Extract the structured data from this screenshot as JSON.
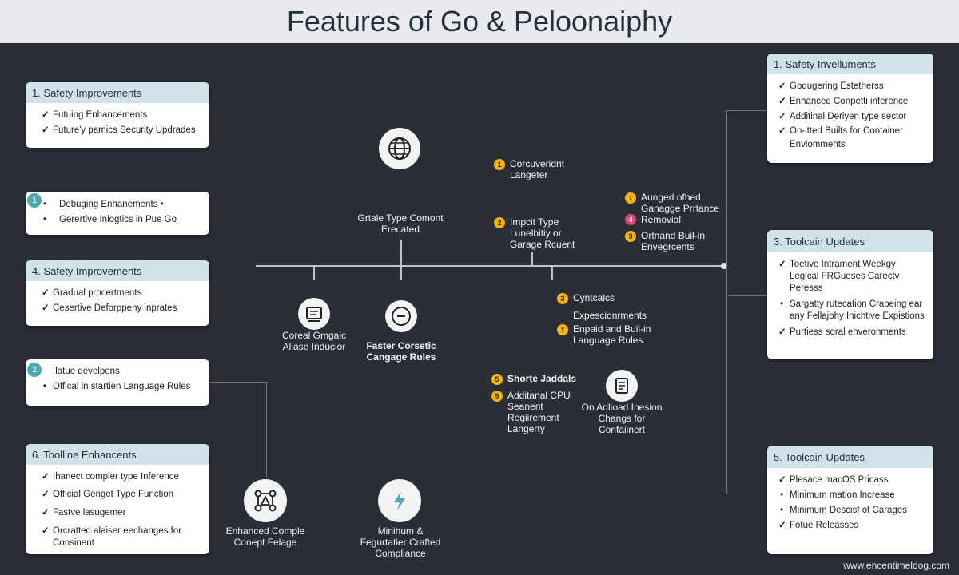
{
  "title": "Features of Go & Peloonaiphy",
  "footer": "www.encentimeldog.com",
  "left_cards": [
    {
      "header": "1.  Safety Improvements",
      "items": [
        "Futuing Enhancements",
        "Future'y pamics Security Updrades"
      ]
    },
    {
      "badge": "1",
      "items": [
        "Debuging Enhanements •",
        "Gerertive Inlogtics in Pue Go"
      ]
    },
    {
      "header": "4.  Safety Improvements",
      "items": [
        "Gradual procertments",
        "Cesertive Deforppeny inprates"
      ]
    },
    {
      "badge": "2",
      "items": [
        "Ilatue develpens",
        "Offical in startien Language Rules"
      ]
    },
    {
      "header": "6.  Toolline Enhancents",
      "items": [
        "Ihanect compler type Inference",
        "Official Genget Type Function",
        "Fastve lasugemer",
        "Orcratted alaiser eechanges for Consinent"
      ]
    }
  ],
  "right_cards": [
    {
      "header": "1.  Safety Invelluments",
      "items": [
        "Godugering Estetherss",
        "Enhanced Conpetti inference",
        "Additinal Deriyen type sector",
        "On-itted Builts for Container Enviomments"
      ]
    },
    {
      "header": "3.  Toolcain Updates",
      "items": [
        "Toetive Intrament Weekgy Legical FRGueses Carectv Peresss",
        "Sargatty rutecation Crapeing ear any Fellajohy Inichtive Expistions",
        "Purtiess soral enveronments"
      ]
    },
    {
      "header": "5.  Toolcain Updates",
      "items": [
        "Plesace macOS Pricass",
        "Minimum mation Increase",
        "Minimum Descisf of Carages",
        "Fotue Releasses"
      ]
    }
  ],
  "nodes": {
    "globe": {
      "label": "Grtale Type Comont Erecated"
    },
    "book": {
      "label": "Coreal Gmgaic Aliase Inducior"
    },
    "clock": {
      "label": "Faster Corsetic Cangage Rules"
    },
    "doc": {
      "label": "On Adlioad Inesion Changs for Confaiinert"
    },
    "network": {
      "label": "Enhanced Comple Conept Felage"
    },
    "bolt": {
      "label": "Minihum & Fegurtatier Crafted Compliance"
    }
  },
  "notes": [
    {
      "n": "1",
      "text": "Corcuveridnt Langeter"
    },
    {
      "n": "2",
      "text": "Impcit Type Lunelbitiy or Garage Rcuent"
    },
    {
      "n": "1",
      "text": "Aunged ofhed Ganagge Prrtance"
    },
    {
      "n": "4",
      "text": "Removial"
    },
    {
      "n": "9",
      "text": "Ortnand Buil-in Envegrcents"
    },
    {
      "n": "3",
      "text": "Cyntcalcs"
    },
    {
      "n": "",
      "text": "Expescionrments"
    },
    {
      "n": "f",
      "text": "Enpaid and Buil-in Language Rules"
    },
    {
      "n": "5",
      "text": "Shorte Jaddals"
    },
    {
      "n": "9",
      "text": "Additanal CPU Seanent Regiirement Langerty"
    }
  ]
}
